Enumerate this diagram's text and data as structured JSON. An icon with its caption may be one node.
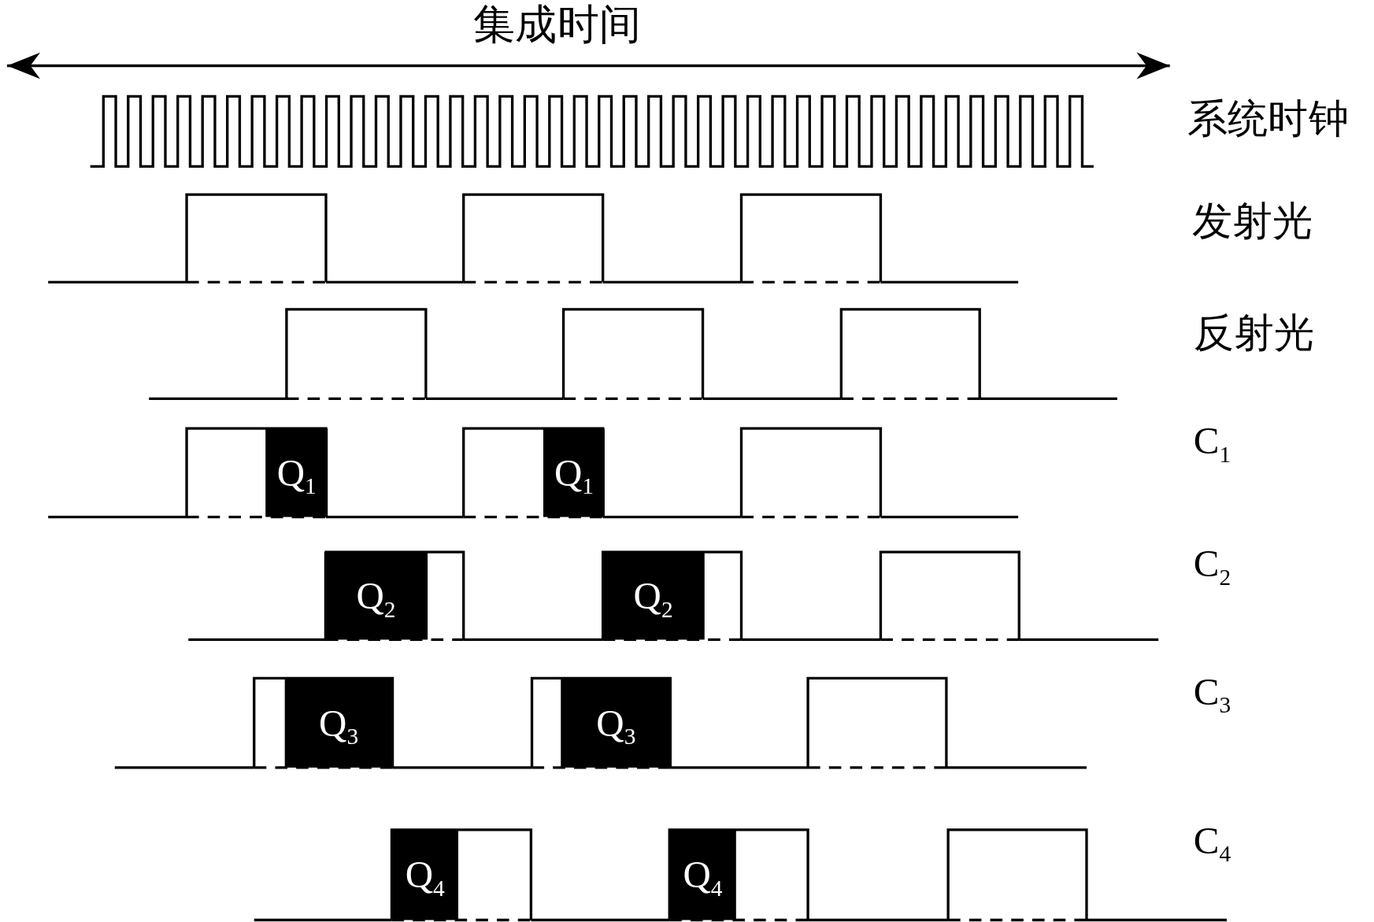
{
  "diagram": {
    "nodes": [
      {
        "text": [
          "Q$_{1}$"
        ]
      },
      {
        "text": [
          "Q$_{1}$"
        ]
      },
      {
        "text": [
          "Q$_{2}$"
        ]
      },
      {
        "text": [
          "Q$_{2}$"
        ]
      },
      {
        "text": [
          "Q$_{3}$"
        ]
      },
      {
        "text": [
          "Q$_{3}$"
        ]
      },
      {
        "text": [
          "Q$_{4}$"
        ]
      },
      {
        "text": [
          "Q$_{4}$"
        ]
      }
    ],
    "labels": [
      "集成时间",
      "系统时钟",
      "发射光",
      "反射光",
      "C$_{1}$",
      "C$_{2}$",
      "C$_{3}$",
      "C$_{4}$"
    ]
  }
}
